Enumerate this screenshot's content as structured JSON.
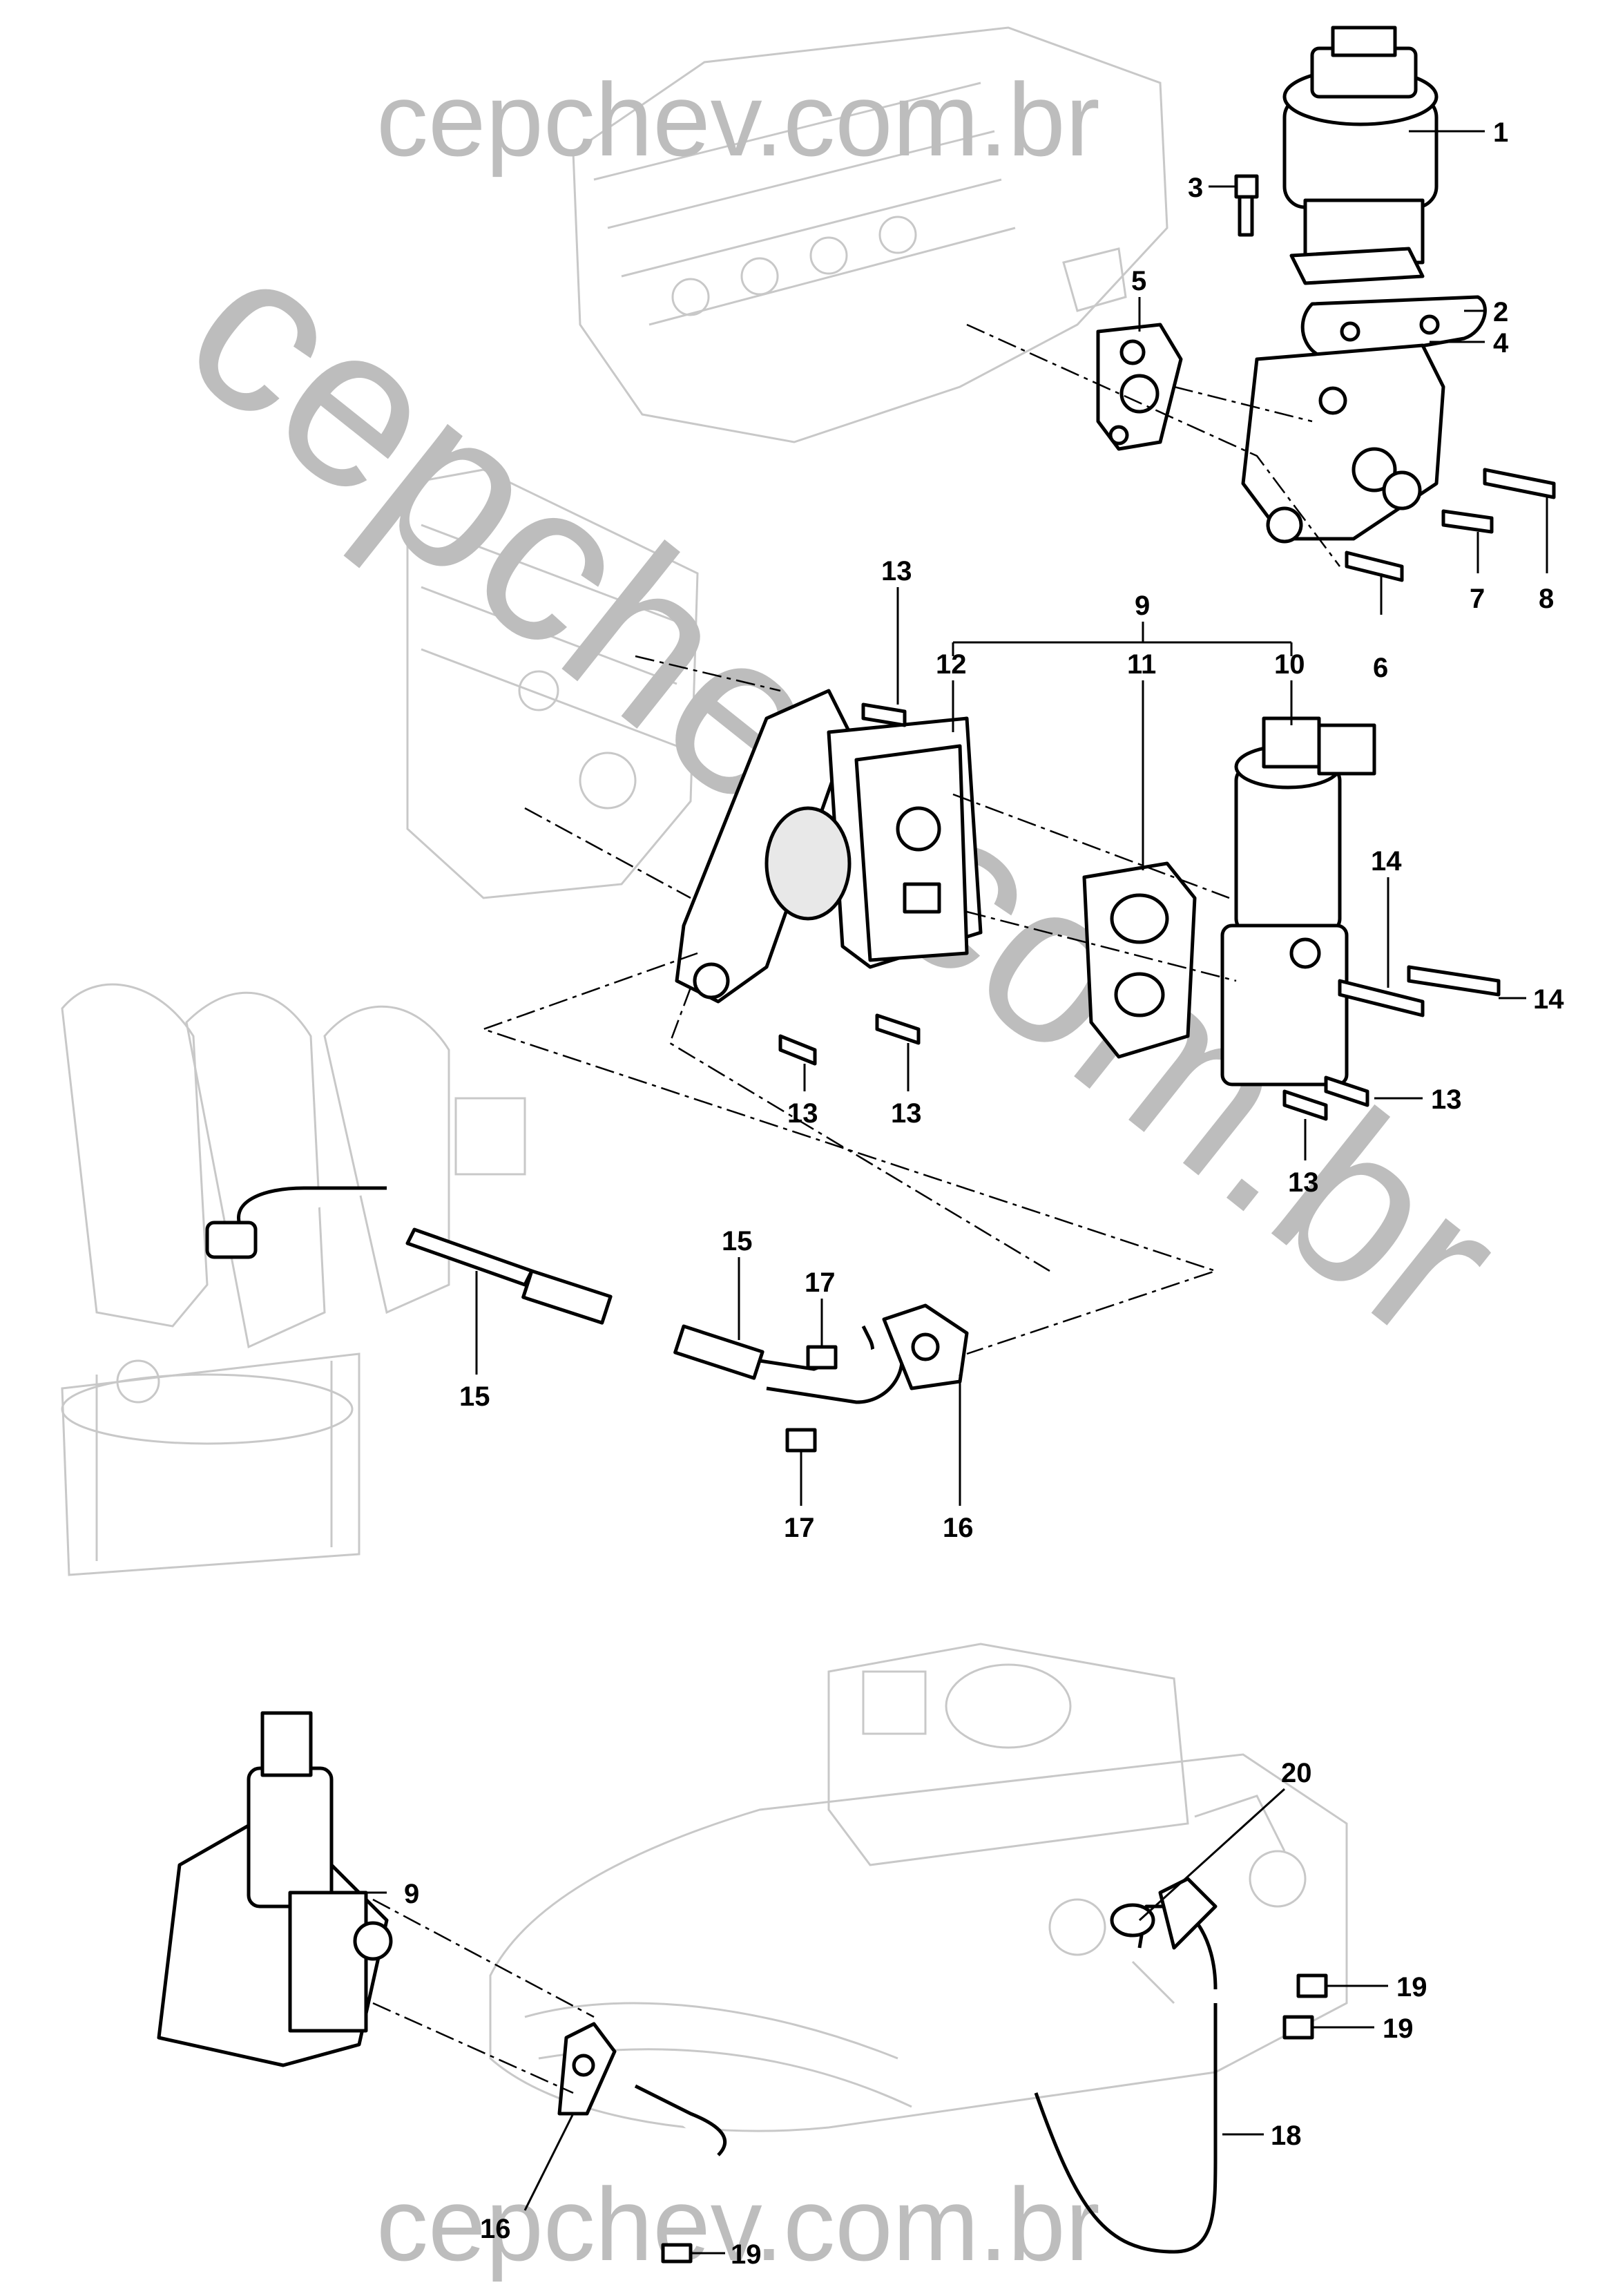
{
  "watermarks": {
    "top": "cepchev.com.br",
    "diagonal": "cepchev.com.br",
    "bottom": "cepchev.com.br"
  },
  "callouts": {
    "c1": "1",
    "c2": "2",
    "c3": "3",
    "c4": "4",
    "c5": "5",
    "c6": "6",
    "c7": "7",
    "c8": "8",
    "c9_top": "9",
    "c10": "10",
    "c11": "11",
    "c12": "12",
    "c13_a": "13",
    "c13_b": "13",
    "c13_c": "13",
    "c13_d": "13",
    "c13_e": "13",
    "c14_a": "14",
    "c14_b": "14",
    "c15_a": "15",
    "c15_b": "15",
    "c16_a": "16",
    "c16_b": "16",
    "c17_a": "17",
    "c17_b": "17",
    "c9_bottom": "9",
    "c18": "18",
    "c19_a": "19",
    "c19_b": "19",
    "c19_c": "19",
    "c20": "20"
  }
}
